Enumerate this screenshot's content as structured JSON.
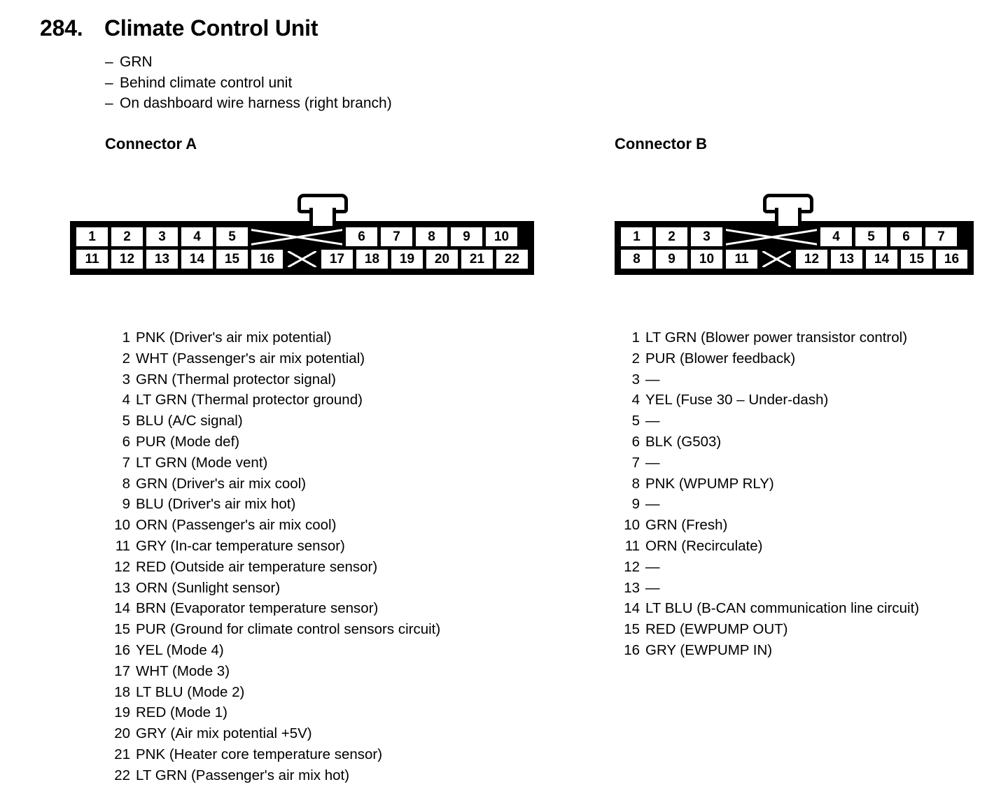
{
  "header": {
    "number": "284.",
    "title": "Climate Control Unit",
    "bullets": [
      "GRN",
      "Behind climate control unit",
      "On dashboard wire harness (right branch)"
    ],
    "bullet_dash": "–"
  },
  "connectors": [
    {
      "id": "a",
      "heading": "Connector A",
      "diagram": {
        "top_row": [
          "1",
          "2",
          "3",
          "4",
          "5",
          "",
          "6",
          "7",
          "8",
          "9",
          "10"
        ],
        "bottom_row": [
          "11",
          "12",
          "13",
          "14",
          "15",
          "16",
          "",
          "17",
          "18",
          "19",
          "20",
          "21",
          "22"
        ]
      },
      "pins": [
        {
          "num": "1",
          "label": "PNK (Driver's air mix potential)"
        },
        {
          "num": "2",
          "label": "WHT (Passenger's air mix potential)"
        },
        {
          "num": "3",
          "label": "GRN (Thermal protector signal)"
        },
        {
          "num": "4",
          "label": "LT GRN (Thermal protector ground)"
        },
        {
          "num": "5",
          "label": "BLU (A/C signal)"
        },
        {
          "num": "6",
          "label": "PUR (Mode def)"
        },
        {
          "num": "7",
          "label": "LT GRN (Mode vent)"
        },
        {
          "num": "8",
          "label": "GRN (Driver's air mix cool)"
        },
        {
          "num": "9",
          "label": "BLU (Driver's air mix hot)"
        },
        {
          "num": "10",
          "label": "ORN (Passenger's air mix cool)"
        },
        {
          "num": "11",
          "label": "GRY (In-car temperature sensor)"
        },
        {
          "num": "12",
          "label": "RED (Outside air temperature sensor)"
        },
        {
          "num": "13",
          "label": "ORN (Sunlight sensor)"
        },
        {
          "num": "14",
          "label": "BRN (Evaporator temperature sensor)"
        },
        {
          "num": "15",
          "label": "PUR (Ground for climate control sensors circuit)"
        },
        {
          "num": "16",
          "label": "YEL (Mode 4)"
        },
        {
          "num": "17",
          "label": "WHT (Mode 3)"
        },
        {
          "num": "18",
          "label": "LT BLU (Mode 2)"
        },
        {
          "num": "19",
          "label": "RED (Mode 1)"
        },
        {
          "num": "20",
          "label": "GRY (Air mix potential +5V)"
        },
        {
          "num": "21",
          "label": "PNK (Heater core temperature sensor)"
        },
        {
          "num": "22",
          "label": "LT GRN (Passenger's air mix hot)"
        }
      ]
    },
    {
      "id": "b",
      "heading": "Connector B",
      "diagram": {
        "top_row": [
          "1",
          "2",
          "3",
          "",
          "4",
          "5",
          "6",
          "7"
        ],
        "bottom_row": [
          "8",
          "9",
          "10",
          "11",
          "",
          "12",
          "13",
          "14",
          "15",
          "16"
        ]
      },
      "pins": [
        {
          "num": "1",
          "label": "LT GRN (Blower power transistor control)"
        },
        {
          "num": "2",
          "label": "PUR (Blower feedback)"
        },
        {
          "num": "3",
          "label": "—"
        },
        {
          "num": "4",
          "label": "YEL (Fuse 30 – Under-dash)"
        },
        {
          "num": "5",
          "label": "—"
        },
        {
          "num": "6",
          "label": "BLK (G503)"
        },
        {
          "num": "7",
          "label": "—"
        },
        {
          "num": "8",
          "label": "PNK (WPUMP RLY)"
        },
        {
          "num": "9",
          "label": "—"
        },
        {
          "num": "10",
          "label": "GRN (Fresh)"
        },
        {
          "num": "11",
          "label": "ORN (Recirculate)"
        },
        {
          "num": "12",
          "label": "—"
        },
        {
          "num": "13",
          "label": "—"
        },
        {
          "num": "14",
          "label": "LT BLU (B-CAN communication line circuit)"
        },
        {
          "num": "15",
          "label": "RED (EWPUMP OUT)"
        },
        {
          "num": "16",
          "label": "GRY (EWPUMP IN)"
        }
      ]
    }
  ],
  "colors": {
    "ink": "#000000",
    "paper": "#ffffff"
  }
}
